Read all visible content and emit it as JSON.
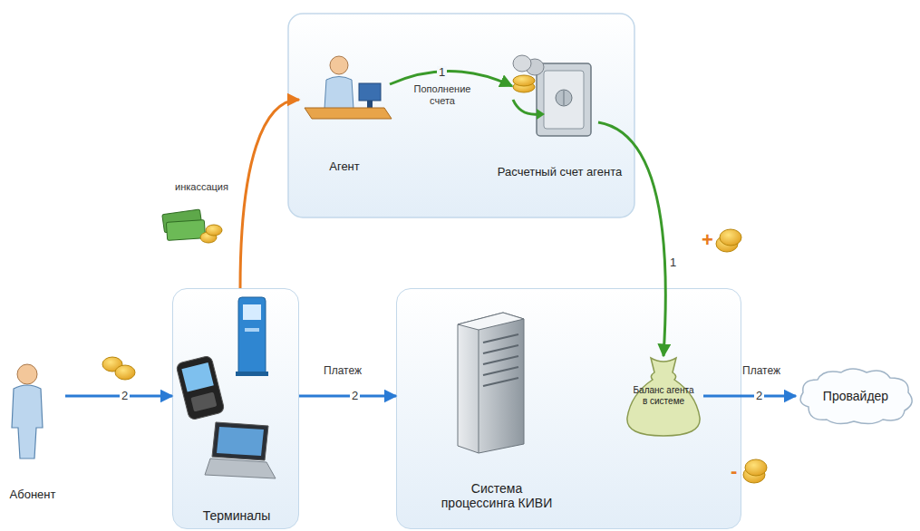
{
  "diagram": {
    "nodes": [
      {
        "text": [
          "Абонент"
        ]
      },
      {
        "text": [
          "Терминалы"
        ]
      },
      {
        "text": [
          "Агент"
        ]
      },
      {
        "text": [
          "Расчетный счет агента"
        ]
      },
      {
        "text": [
          "Система процессинга КИВИ"
        ]
      },
      {
        "text": [
          "Баланс агента в системе"
        ],
        "in": 4
      },
      {
        "text": [
          "Провайдер"
        ]
      }
    ],
    "edges": [
      {
        "from": 0,
        "to": 1,
        "label": "2",
        "arrow": "to"
      },
      {
        "from": 1,
        "to": 4,
        "label": "2",
        "arrow": "to"
      },
      {
        "from": 5,
        "to": 6,
        "label": "2",
        "arrow": "to"
      },
      {
        "from": 1,
        "to": 2,
        "label": "инкассация",
        "arrow": "to"
      },
      {
        "from": 2,
        "to": 3,
        "label": "1",
        "arrow": "to"
      },
      {
        "from": 3,
        "to": 5,
        "label": "1",
        "arrow": "to"
      }
    ],
    "labels": [
      "Пополнение счета",
      "+",
      "Платеж",
      "Платеж",
      "-"
    ]
  }
}
